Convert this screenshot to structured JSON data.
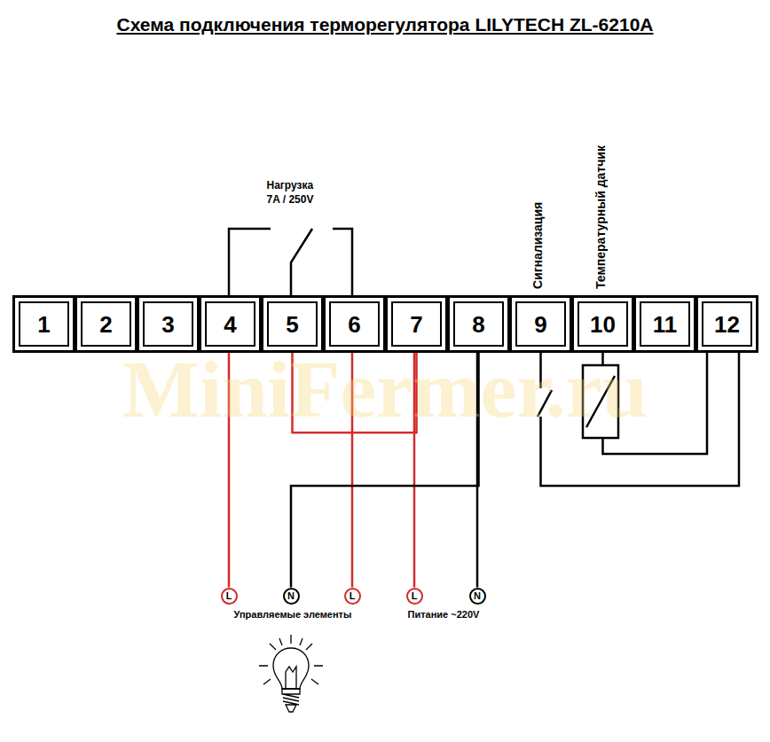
{
  "diagram": {
    "title": "Схема подключения терморегулятора LILYTECH ZL-6210A",
    "nodes": [
      {
        "text": [
          "1"
        ]
      },
      {
        "text": [
          "2"
        ]
      },
      {
        "text": [
          "3"
        ]
      },
      {
        "text": [
          "4"
        ]
      },
      {
        "text": [
          "5"
        ]
      },
      {
        "text": [
          "6"
        ]
      },
      {
        "text": [
          "7"
        ]
      },
      {
        "text": [
          "8"
        ]
      },
      {
        "text": [
          "9"
        ]
      },
      {
        "text": [
          "10"
        ]
      },
      {
        "text": [
          "11"
        ]
      },
      {
        "text": [
          "12"
        ]
      },
      {
        "text": [
          "L"
        ]
      },
      {
        "text": [
          "N"
        ]
      },
      {
        "text": [
          "L"
        ]
      },
      {
        "text": [
          "L"
        ]
      },
      {
        "text": [
          "N"
        ]
      }
    ],
    "edges": [
      {
        "from": 3,
        "to": 12,
        "arrow": "none"
      },
      {
        "from": 4,
        "to": 6,
        "arrow": "none"
      },
      {
        "from": 5,
        "to": 14,
        "arrow": "none"
      },
      {
        "from": 6,
        "to": 15,
        "arrow": "none"
      },
      {
        "from": 7,
        "to": 16,
        "arrow": "none"
      },
      {
        "from": 7,
        "to": 13,
        "arrow": "none"
      },
      {
        "from": 8,
        "to": 11,
        "arrow": "none"
      },
      {
        "from": 9,
        "to": 11,
        "arrow": "none"
      }
    ],
    "labels": [
      "Нагрузка",
      "7A / 250V",
      "Сигнализация",
      "Температурный датчик",
      "Управляемые элементы",
      "Питание ~220V",
      "MiniFermer.ru"
    ]
  }
}
